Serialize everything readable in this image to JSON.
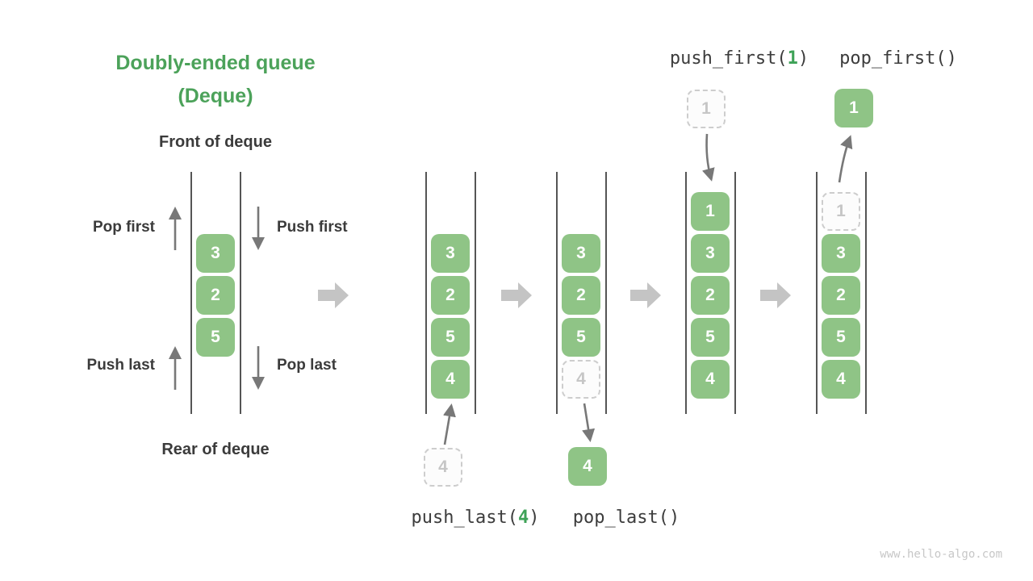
{
  "header": {
    "title_line1": "Doubly-ended queue",
    "title_line2": "(Deque)"
  },
  "deque_labels": {
    "front": "Front of deque",
    "rear": "Rear of deque"
  },
  "operations": {
    "pop_first": "Pop first",
    "push_first": "Push first",
    "push_last": "Push last",
    "pop_last": "Pop last"
  },
  "code": {
    "push_first_pre": "push_first(",
    "push_first_arg": "1",
    "push_first_post": ")",
    "pop_first": "pop_first()",
    "push_last_pre": "push_last(",
    "push_last_arg": "4",
    "push_last_post": ")",
    "pop_last": "pop_last()"
  },
  "queues": {
    "demo": {
      "cells": [
        "3",
        "2",
        "5"
      ]
    },
    "after_push_last": {
      "cells": [
        "3",
        "2",
        "5",
        "4"
      ]
    },
    "after_pop_last": {
      "cells": [
        "3",
        "2",
        "5"
      ]
    },
    "after_push_first": {
      "cells": [
        "1",
        "3",
        "2",
        "5",
        "4"
      ]
    },
    "after_pop_first": {
      "cells": [
        "3",
        "2",
        "5",
        "4"
      ]
    }
  },
  "extras": {
    "push_last_input": "4",
    "pop_last_slot": "4",
    "pop_last_output": "4",
    "push_first_input": "1",
    "pop_first_slot": "1",
    "pop_first_output": "1"
  },
  "watermark": "www.hello-algo.com",
  "colors": {
    "box_green": "#8FC486",
    "title_green": "#4CA25A",
    "code_green": "#3EA257",
    "code_text": "#3C3C3C",
    "text_dark": "#3B3B3B",
    "arrow_grey": "#787878",
    "block_arrow_grey": "#C4C4C4",
    "ghost_border": "#CDCDCD",
    "ghost_bg": "#FCFCFC",
    "ghost_text": "#C6C6C6",
    "line_grey": "#555555",
    "watermark_grey": "#C7C7C7"
  }
}
